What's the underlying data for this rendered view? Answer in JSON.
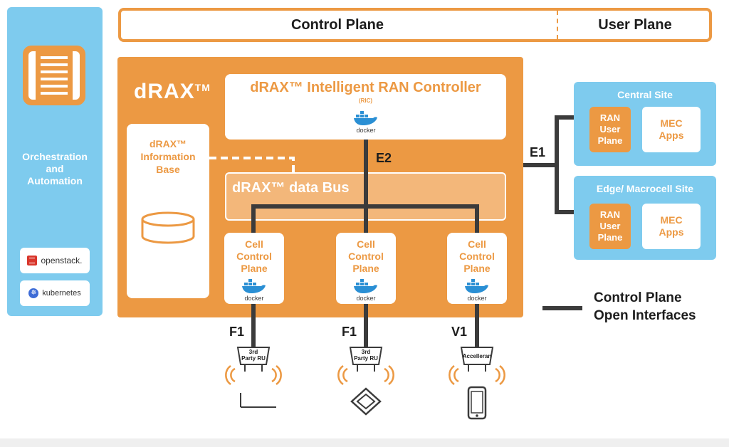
{
  "top_bar": {
    "control_plane": "Control Plane",
    "user_plane": "User Plane"
  },
  "orchestration": {
    "label_lines": [
      "Orchestration",
      "and",
      "Automation"
    ],
    "openstack": "openstack.",
    "kubernetes": "kubernetes"
  },
  "drax": {
    "title": "dRAX",
    "tm": "TM",
    "ric_title": "dRAX™ Intelligent RAN Controller",
    "ric_sub": "(RIC)",
    "info_base_lines": [
      "dRAX™",
      "Information",
      "Base"
    ],
    "data_bus": "dRAX™ data Bus",
    "cells": [
      {
        "lines": [
          "Cell",
          "Control",
          "Plane"
        ]
      },
      {
        "lines": [
          "Cell",
          "Control",
          "Plane"
        ]
      },
      {
        "lines": [
          "Cell",
          "Control",
          "Plane"
        ]
      }
    ],
    "docker": "docker"
  },
  "interfaces": {
    "e2": "E2",
    "e1": "E1",
    "f1_a": "F1",
    "f1_b": "F1",
    "v1": "V1"
  },
  "sites": [
    {
      "title": "Central Site",
      "ran_lines": [
        "RAN",
        "User",
        "Plane"
      ],
      "mec_lines": [
        "MEC",
        "Apps"
      ]
    },
    {
      "title": "Edge/ Macrocell Site",
      "ran_lines": [
        "RAN",
        "User",
        "Plane"
      ],
      "mec_lines": [
        "MEC",
        "Apps"
      ]
    }
  ],
  "radio_units": [
    {
      "lines": [
        "3rd",
        "Party RU"
      ]
    },
    {
      "lines": [
        "3rd",
        "Party RU"
      ]
    },
    {
      "lines": [
        "Accelleran"
      ]
    }
  ],
  "legend": {
    "lines": [
      "Control Plane",
      "Open Interfaces"
    ]
  },
  "colors": {
    "orange": "#ec9943",
    "light_orange": "#f3b77a",
    "blue": "#7ecbee",
    "line": "#3b3b3b"
  },
  "icons": [
    "server-rack-icon",
    "database-icon",
    "docker-icon",
    "openstack-icon",
    "kubernetes-icon",
    "radio-unit-icon",
    "signal-waves-icon",
    "smartphone-icon",
    "antenna-icon",
    "diamond-device-icon"
  ]
}
